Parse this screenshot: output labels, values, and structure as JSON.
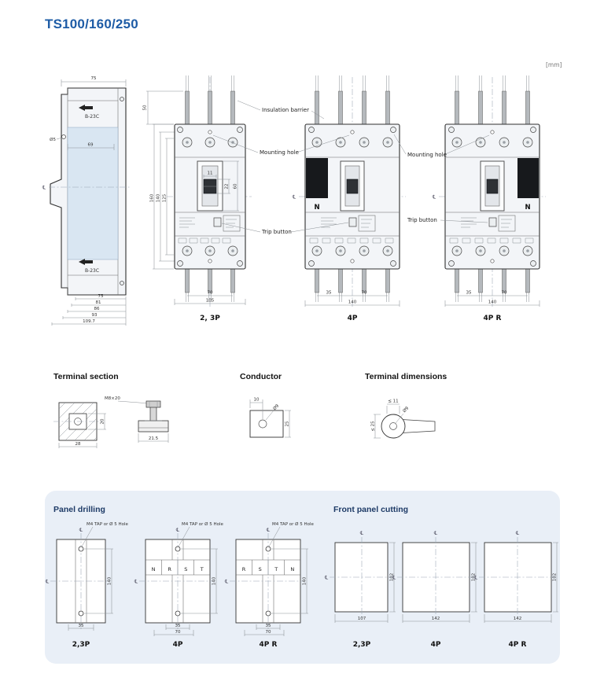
{
  "page": {
    "title": "TS100/160/250",
    "units": "[mm]"
  },
  "sym": {
    "centerline": "℄"
  },
  "side_view": {
    "dim_width_top": "75",
    "tag_top": "B-23C",
    "tag_bottom": "B-23C",
    "dim_hole": "Ø5",
    "dim_inner": "69",
    "dims_bottom": [
      "75",
      "81",
      "86",
      "93",
      "109.7"
    ]
  },
  "front_views": {
    "dim_terminal": "50",
    "dim_h1": "160",
    "dim_h2": "140",
    "dim_h3": "125",
    "insulation_barrier": "Insulation barrier",
    "mounting_hole_left": "Mounting hole",
    "mounting_hole_right": "Mounting hole",
    "trip_button_left": "Trip button",
    "trip_button_right": "Trip button",
    "v23p": {
      "caption": "2, 3P",
      "dim_11": "11",
      "dim_60": "60",
      "dim_22": "22",
      "dim_70": "70",
      "dim_105": "105"
    },
    "v4p": {
      "caption": "4P",
      "neutral": "N",
      "dim_35": "35",
      "dim_70": "70",
      "dim_140": "140"
    },
    "v4pr": {
      "caption": "4P R",
      "neutral": "N",
      "dim_35": "35",
      "dim_70": "70",
      "dim_140": "140"
    }
  },
  "terminal_section": {
    "title": "Terminal section",
    "dim_28": "28",
    "dim_20": "20",
    "bolt": "M8×20",
    "dim_215": "21.5"
  },
  "conductor": {
    "title": "Conductor",
    "dim_10": "10",
    "dim_d9": "Ø9",
    "dim_25": "25"
  },
  "terminal_dimensions": {
    "title": "Terminal dimensions",
    "dim_11": "≤ 11",
    "dim_d9": "Ø9",
    "dim_25": "≤ 25"
  },
  "panel": {
    "drilling_title": "Panel drilling",
    "cutting_title": "Front panel cutting",
    "tap_note": "M4 TAP or Ø 5 Hole",
    "drill_23p": {
      "caption": "2,3P",
      "dim_35": "35",
      "dim_v": "140"
    },
    "drill_4p": {
      "caption": "4P",
      "phases": [
        "N",
        "R",
        "S",
        "T"
      ],
      "dim_35": "35",
      "dim_70": "70",
      "dim_v": "140"
    },
    "drill_4pr": {
      "caption": "4P R",
      "phases": [
        "R",
        "S",
        "T",
        "N"
      ],
      "dim_35": "35",
      "dim_70": "70",
      "dim_v": "140"
    },
    "cut_23p": {
      "caption": "2,3P",
      "dim_w": "107",
      "dim_v": "102"
    },
    "cut_4p": {
      "caption": "4P",
      "dim_w": "142",
      "dim_v": "102"
    },
    "cut_4pr": {
      "caption": "4P R",
      "dim_w": "142",
      "dim_v": "102"
    }
  }
}
